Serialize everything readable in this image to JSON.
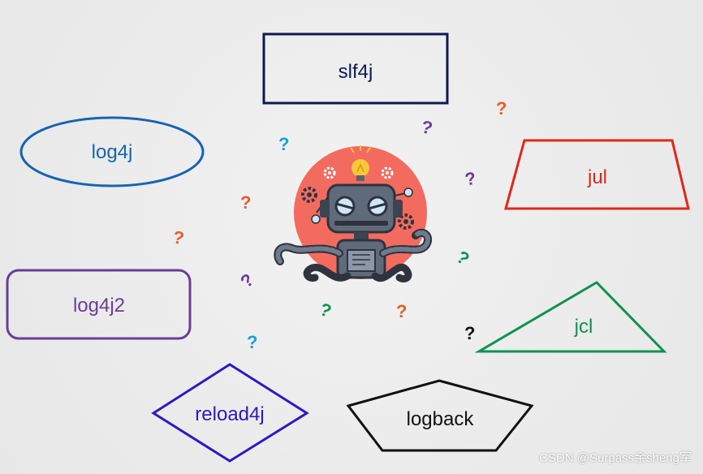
{
  "diagram": {
    "nodes": {
      "slf4j": {
        "label": "slf4j",
        "shape": "rectangle",
        "color": "#0d1a52"
      },
      "log4j": {
        "label": "log4j",
        "shape": "ellipse",
        "color": "#1565b0"
      },
      "jul": {
        "label": "jul",
        "shape": "trapezoid",
        "color": "#e0281a"
      },
      "log4j2": {
        "label": "log4j2",
        "shape": "rounded-rectangle",
        "color": "#6a3d9a"
      },
      "jcl": {
        "label": "jcl",
        "shape": "triangle",
        "color": "#0f9150"
      },
      "reload4j": {
        "label": "reload4j",
        "shape": "diamond",
        "color": "#2b19c4"
      },
      "logback": {
        "label": "logback",
        "shape": "pentagon",
        "color": "#111111"
      }
    },
    "center_illustration": "confused-robot",
    "question_mark_glyph": "?",
    "question_mark_colors": [
      "#e85d2a",
      "#6a3d9a",
      "#1aa0d8",
      "#0f9150",
      "#111111"
    ]
  },
  "watermark": "CSDN @Surpass余sheng军"
}
